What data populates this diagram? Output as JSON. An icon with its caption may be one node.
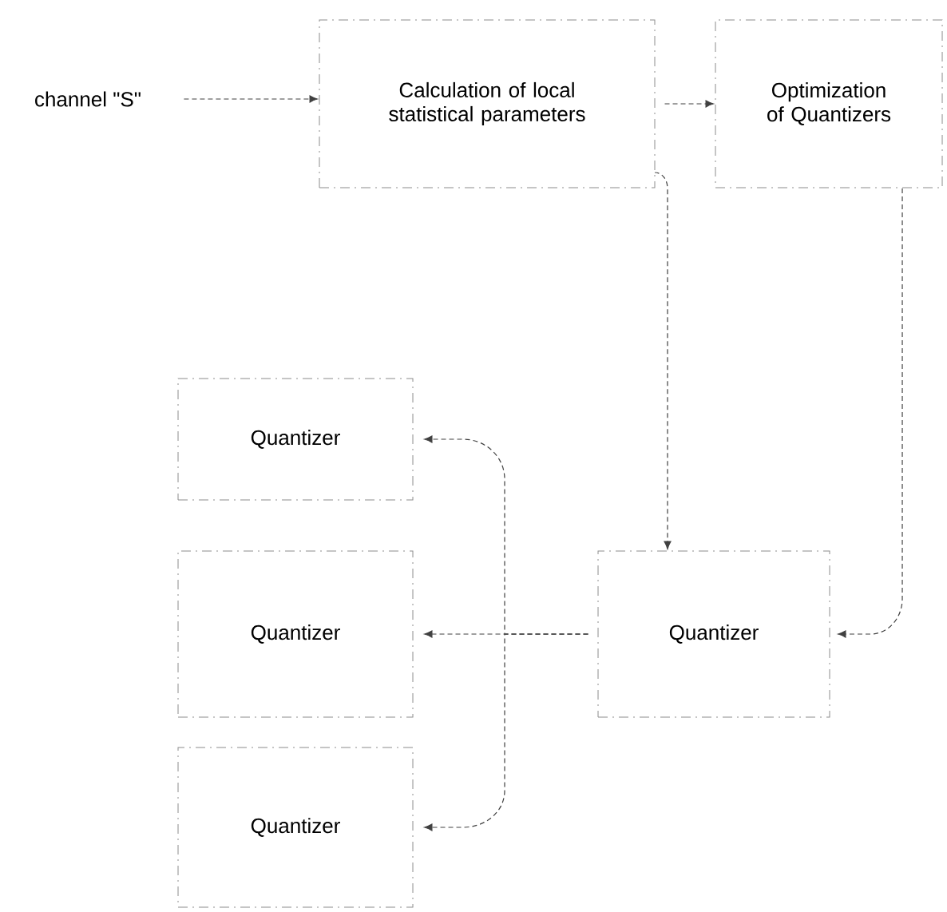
{
  "diagram": {
    "nodes": [
      {
        "text": [
          "channel \"S\""
        ]
      },
      {
        "text": [
          "Calculation of local statistical parameters"
        ]
      },
      {
        "text": [
          "Optimization of Quantizers"
        ]
      },
      {
        "text": [
          "Quantizer"
        ]
      },
      {
        "text": [
          "Quantizer"
        ]
      },
      {
        "text": [
          "Quantizer"
        ]
      },
      {
        "text": [
          "Quantizer"
        ]
      }
    ],
    "edges": [
      {
        "from": 0,
        "to": 1,
        "arrow": "to"
      },
      {
        "from": 1,
        "to": 2,
        "arrow": "to"
      },
      {
        "from": 1,
        "to": 5,
        "arrow": "to"
      },
      {
        "from": 2,
        "to": 5,
        "arrow": "to"
      },
      {
        "from": 5,
        "to": 3,
        "arrow": "to"
      },
      {
        "from": 5,
        "to": 4,
        "arrow": "to"
      },
      {
        "from": 5,
        "to": 6,
        "arrow": "to"
      }
    ]
  }
}
